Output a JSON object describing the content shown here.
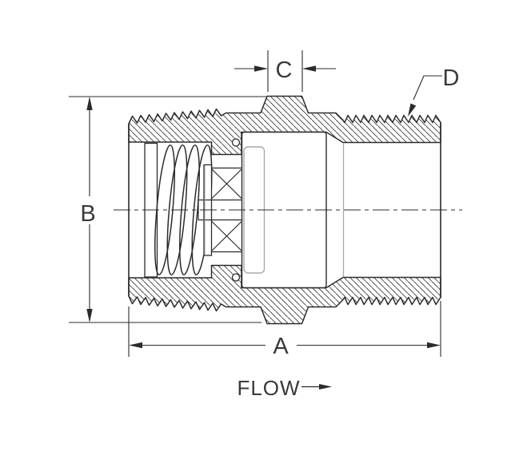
{
  "drawing": {
    "labels": {
      "dim_a": "A",
      "dim_b": "B",
      "dim_c": "C",
      "dim_d": "D",
      "flow": "FLOW"
    },
    "flow_direction": "right",
    "colors": {
      "line": "#2b2b2b",
      "detail_line": "#a9a9a9",
      "text": "#3a3a3a",
      "background": "#ffffff"
    }
  }
}
